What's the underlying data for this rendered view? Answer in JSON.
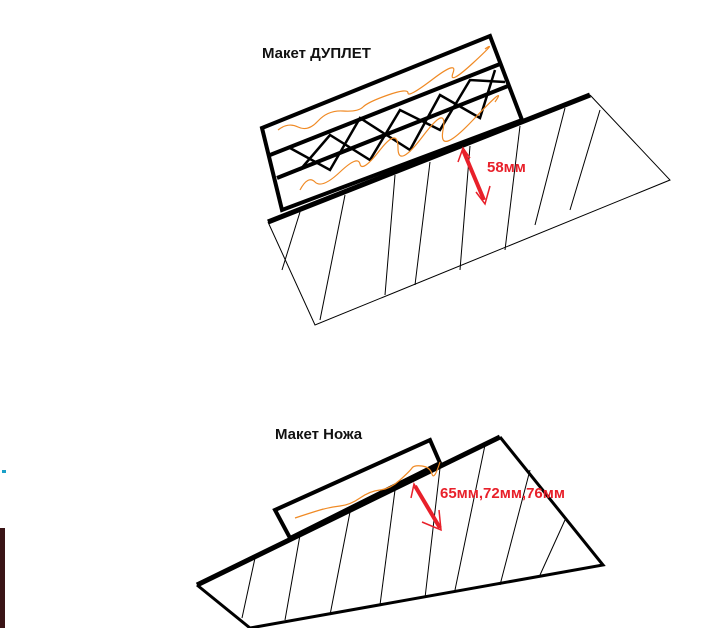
{
  "doublet": {
    "title": "Макет ДУПЛЕТ",
    "dimension": "58мм"
  },
  "knife": {
    "title": "Макет Ножа",
    "dimension": "65мм,72мм,76мм"
  },
  "colors": {
    "outline": "#000000",
    "dimension": "#e8202a",
    "filling": "#f08a24"
  }
}
